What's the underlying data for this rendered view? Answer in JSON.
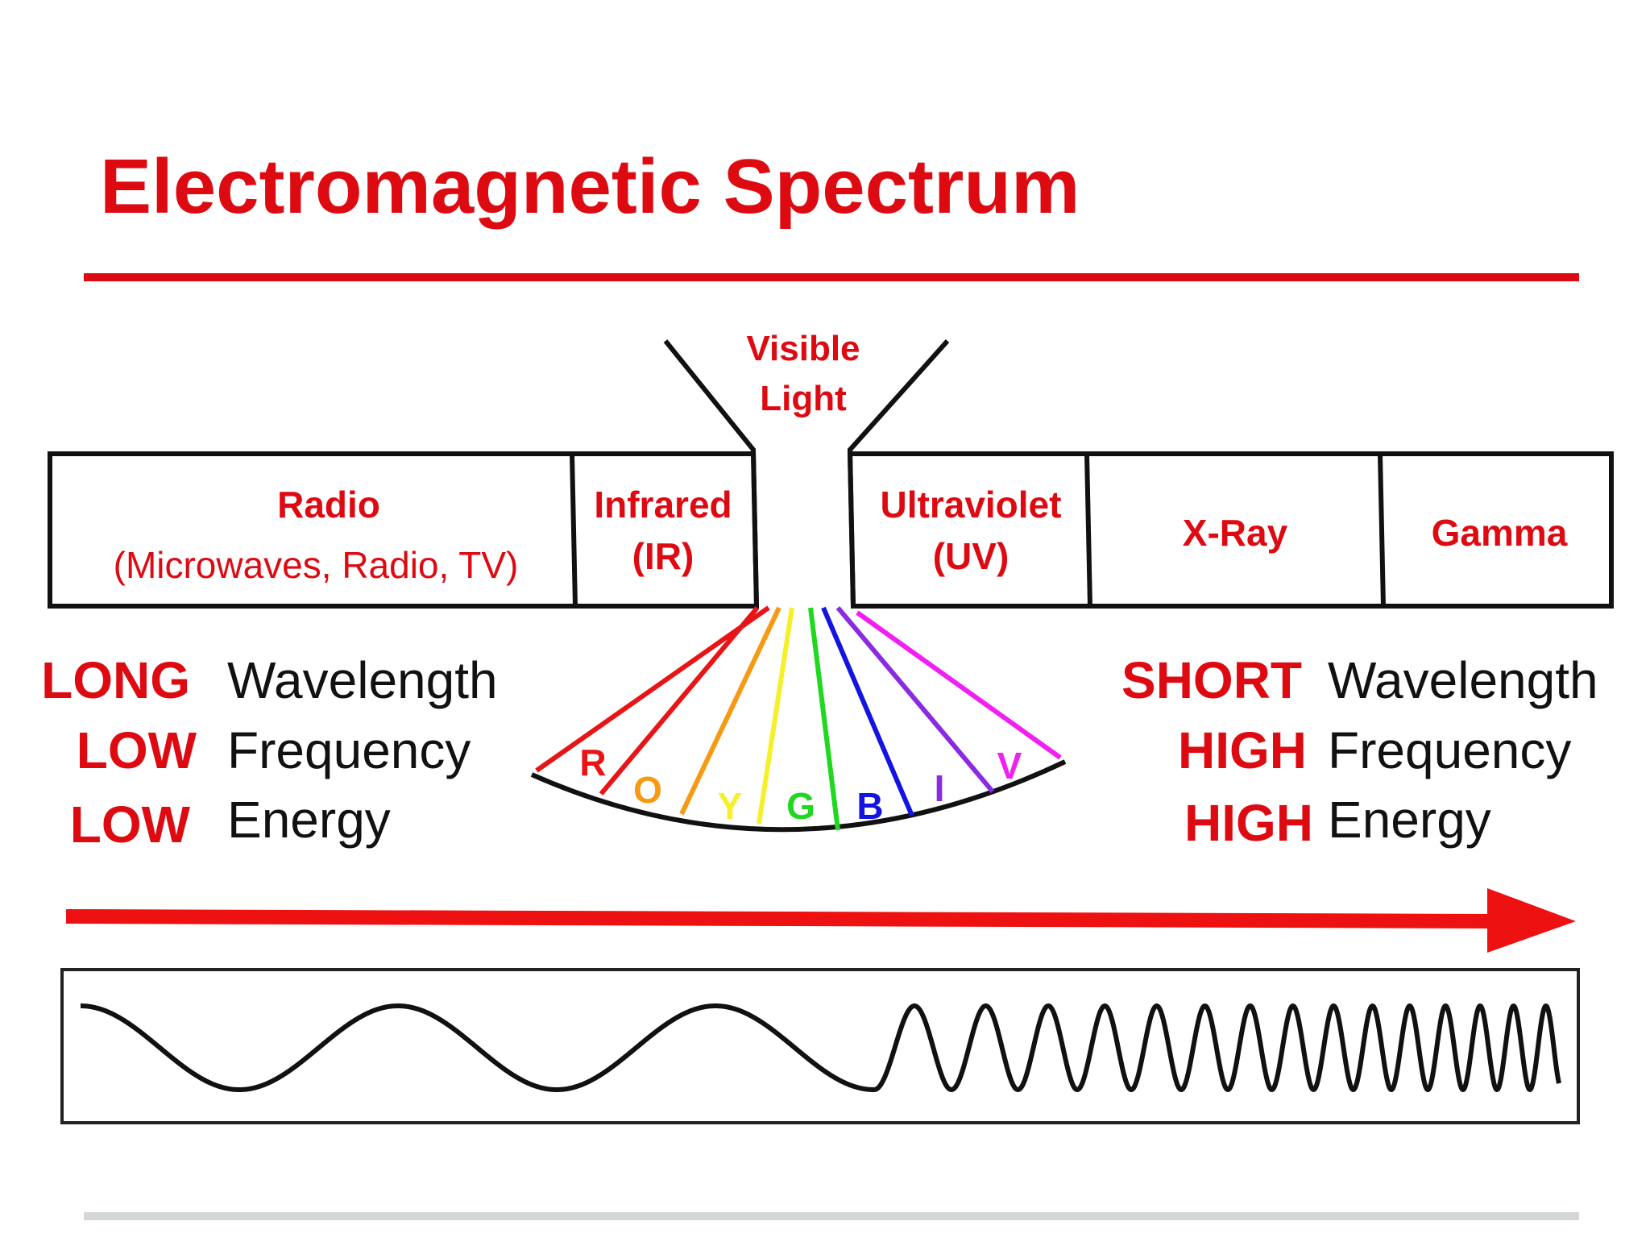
{
  "title": "Electromagnetic Spectrum",
  "colors": {
    "title_red": "#dd0a12",
    "label_red": "#dd0a12",
    "outline": "#111111",
    "footer_rule": "#d3d8d6"
  },
  "visible_light": {
    "label_line1": "Visible",
    "label_line2": "Light"
  },
  "bands": [
    {
      "name": "Radio",
      "sub": "(Microwaves, Radio, TV)"
    },
    {
      "name": "Infrared",
      "sub": "(IR)"
    },
    {
      "name": "Ultraviolet",
      "sub": "(UV)"
    },
    {
      "name": "X-Ray",
      "sub": ""
    },
    {
      "name": "Gamma",
      "sub": ""
    }
  ],
  "rainbow": [
    {
      "letter": "R",
      "color": "#e81416"
    },
    {
      "letter": "O",
      "color": "#f59a12"
    },
    {
      "letter": "Y",
      "color": "#f5f02a"
    },
    {
      "letter": "G",
      "color": "#1fd81f"
    },
    {
      "letter": "B",
      "color": "#1414e0"
    },
    {
      "letter": "I",
      "color": "#8a2be2"
    },
    {
      "letter": "V",
      "color": "#f21ef2"
    }
  ],
  "left_properties": [
    {
      "level": "LONG",
      "property": "Wavelength"
    },
    {
      "level": "LOW",
      "property": "Frequency"
    },
    {
      "level": "LOW",
      "property": "Energy"
    }
  ],
  "right_properties": [
    {
      "level": "SHORT",
      "property": "Wavelength"
    },
    {
      "level": "HIGH",
      "property": "Frequency"
    },
    {
      "level": "HIGH",
      "property": "Energy"
    }
  ]
}
